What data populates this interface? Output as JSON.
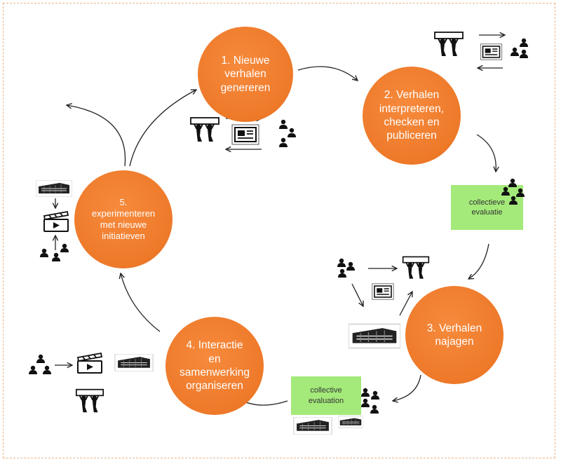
{
  "diagram": {
    "steps": [
      {
        "id": "step-1",
        "label": "1. Nieuwe\nverhalen\ngenereren"
      },
      {
        "id": "step-2",
        "label": "2. Verhalen\ninterpreteren,\nchecken en\npubliceren"
      },
      {
        "id": "step-3",
        "label": "3. Verhalen\nnajagen"
      },
      {
        "id": "step-4",
        "label": "4. Interactie\nen\nsamenwerking\norganiseren"
      },
      {
        "id": "step-5",
        "label": "5.\nexperimenteren\nmet nieuwe\ninitiatieven"
      }
    ],
    "evaluations": [
      {
        "id": "eval-1",
        "label": "collectieve\nevaluatie"
      },
      {
        "id": "eval-2",
        "label": "collective\nevaluation"
      }
    ]
  },
  "colors": {
    "node": "#f07d2e",
    "evaluation": "#a4ea7a",
    "arrow": "#222222",
    "frame": "#e8b48a"
  },
  "icons": [
    "journalists-icon",
    "newspaper-icon",
    "people-icon",
    "building-icon",
    "video-clapper-icon"
  ]
}
